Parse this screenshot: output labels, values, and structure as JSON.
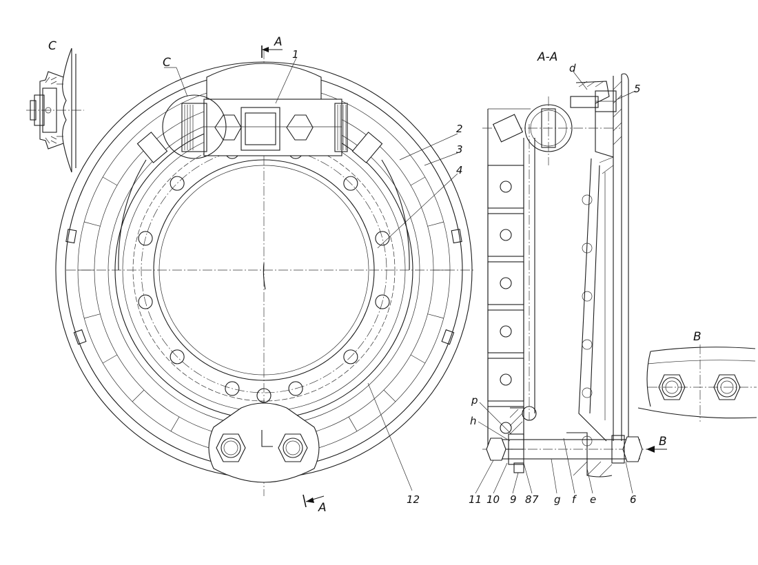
{
  "labels": {
    "view_c_detail": "C",
    "view_c_callout": "C",
    "section_a_top": "A",
    "section_a_bottom": "A",
    "section_aa_title": "A-A",
    "view_b_title": "B",
    "view_b_arrow": "B",
    "part_1": "1",
    "part_2": "2",
    "part_3": "3",
    "part_4": "4",
    "part_5": "5",
    "part_6": "6",
    "part_7": "7",
    "part_8": "8",
    "part_9": "9",
    "part_10": "10",
    "part_11": "11",
    "part_12": "12",
    "point_d": "d",
    "point_p": "p",
    "point_h": "h",
    "point_g": "g",
    "point_f": "f",
    "point_e": "e"
  },
  "style": {
    "line_color": "#1a1a1a",
    "background": "#ffffff"
  }
}
